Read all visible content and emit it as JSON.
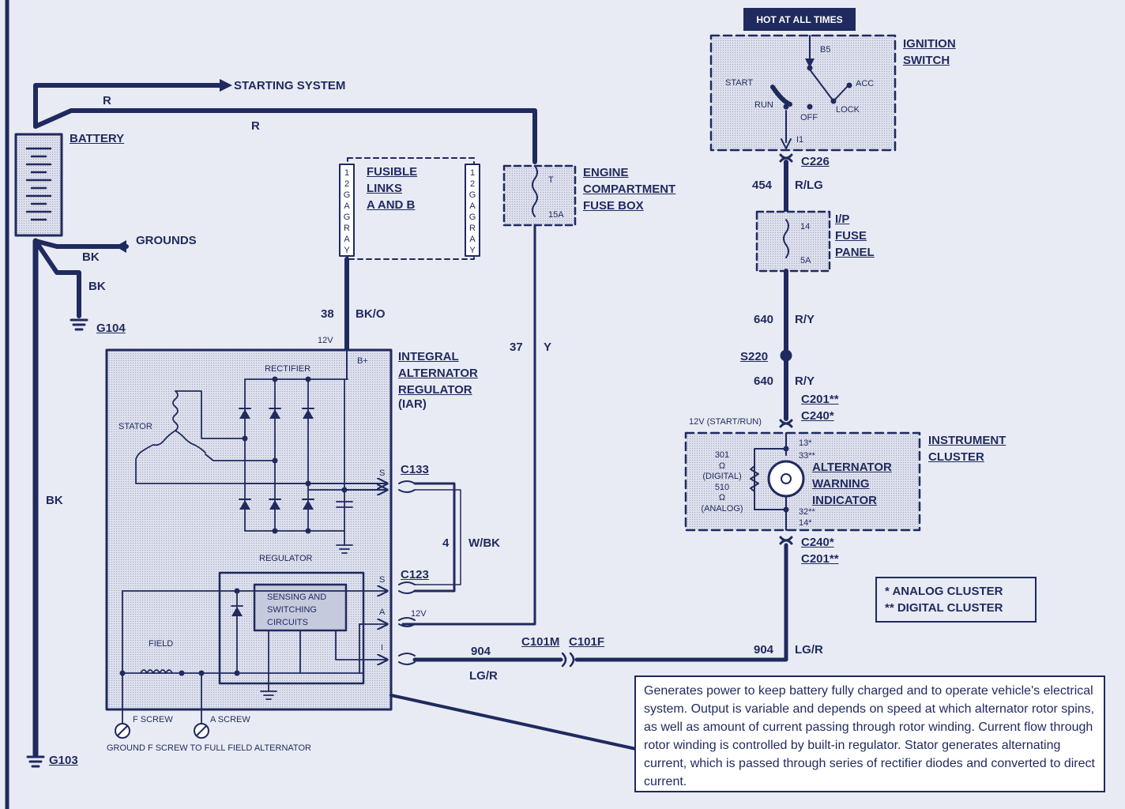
{
  "labels": {
    "starting_system": "STARTING SYSTEM",
    "r_top": "R",
    "r_second": "R",
    "battery": "BATTERY",
    "grounds": "GROUNDS",
    "bk1": "BK",
    "bk2": "BK",
    "bk_main": "BK",
    "g104": "G104",
    "g103": "G103",
    "fusible_links": [
      "FUSIBLE",
      "LINKS",
      "A AND B"
    ],
    "fusible_link_a_gauge": "12GAGRAY",
    "fusible_link_b_gauge": "12GAGRAY",
    "engine_fuse_box": [
      "ENGINE",
      "COMPARTMENT",
      "FUSE BOX"
    ],
    "engine_fuse_t": "T",
    "engine_fuse_15a": "15A",
    "circuit_38": "38",
    "bk_o": "BK/O",
    "v12_iar": "12V",
    "b_plus": "B+",
    "circuit_37": "37",
    "y": "Y",
    "iar_title": [
      "INTEGRAL",
      "ALTERNATOR",
      "REGULATOR"
    ],
    "iar_abbr": "(IAR)",
    "rectifier": "RECTIFIER",
    "stator": "STATOR",
    "regulator": "REGULATOR",
    "field": "FIELD",
    "sensing": [
      "SENSING AND",
      "SWITCHING",
      "CIRCUITS"
    ],
    "term_s1": "S",
    "term_s2": "S",
    "term_a": "A",
    "term_i": "I",
    "c133": "C133",
    "c123": "C123",
    "circuit_4": "4",
    "w_bk": "W/BK",
    "v12_a": "12V",
    "circuit_904_left": "904",
    "lg_r_left": "LG/R",
    "c101m": "C101M",
    "c101f": "C101F",
    "circuit_904_right": "904",
    "lg_r_right": "LG/R",
    "f_screw": "F SCREW",
    "a_screw": "A SCREW",
    "ground_note": "GROUND F SCREW TO FULL FIELD ALTERNATOR",
    "hot_at_all_times": "HOT AT ALL TIMES",
    "ignition_switch": [
      "IGNITION",
      "SWITCH"
    ],
    "b5": "B5",
    "start": "START",
    "run": "RUN",
    "off": "OFF",
    "lock": "LOCK",
    "acc": "ACC",
    "i1": "I1",
    "c226": "C226",
    "circuit_454": "454",
    "r_lg": "R/LG",
    "ip_fuse_panel": [
      "I/P",
      "FUSE",
      "PANEL"
    ],
    "ip_fuse_14": "14",
    "ip_fuse_5a": "5A",
    "circuit_640_a": "640",
    "r_y_a": "R/Y",
    "s220": "S220",
    "circuit_640_b": "640",
    "r_y_b": "R/Y",
    "c201_top": "C201**",
    "c240_top": "C240*",
    "v12_start_run": "12V (START/RUN)",
    "instrument_cluster": [
      "INSTRUMENT",
      "CLUSTER"
    ],
    "pin_13": "13*",
    "pin_33": "33**",
    "pin_32": "32**",
    "pin_14": "14*",
    "resistor_text": [
      "301",
      "Ω",
      "(DIGITAL)",
      "510",
      "Ω",
      "(ANALOG)"
    ],
    "alt_warning": [
      "ALTERNATOR",
      "WARNING",
      "INDICATOR"
    ],
    "c240_bottom": "C240*",
    "c201_bottom": "C201**"
  },
  "legend": {
    "analog": "*  ANALOG CLUSTER",
    "digital": "**  DIGITAL CLUSTER"
  },
  "description": "Generates power to keep battery fully charged and to operate vehicle's electrical system.  Output is variable and depends on speed at which alternator rotor spins, as well as amount of current passing through rotor winding.  Current flow through rotor winding is controlled by built-in regulator.  Stator generates alternating current, which is passed through series of rectifier diodes and converted to direct current.",
  "colors": {
    "ink": "#1f2a5e",
    "paper": "#e9ebf4",
    "box_fill": "#d3d7e6"
  }
}
